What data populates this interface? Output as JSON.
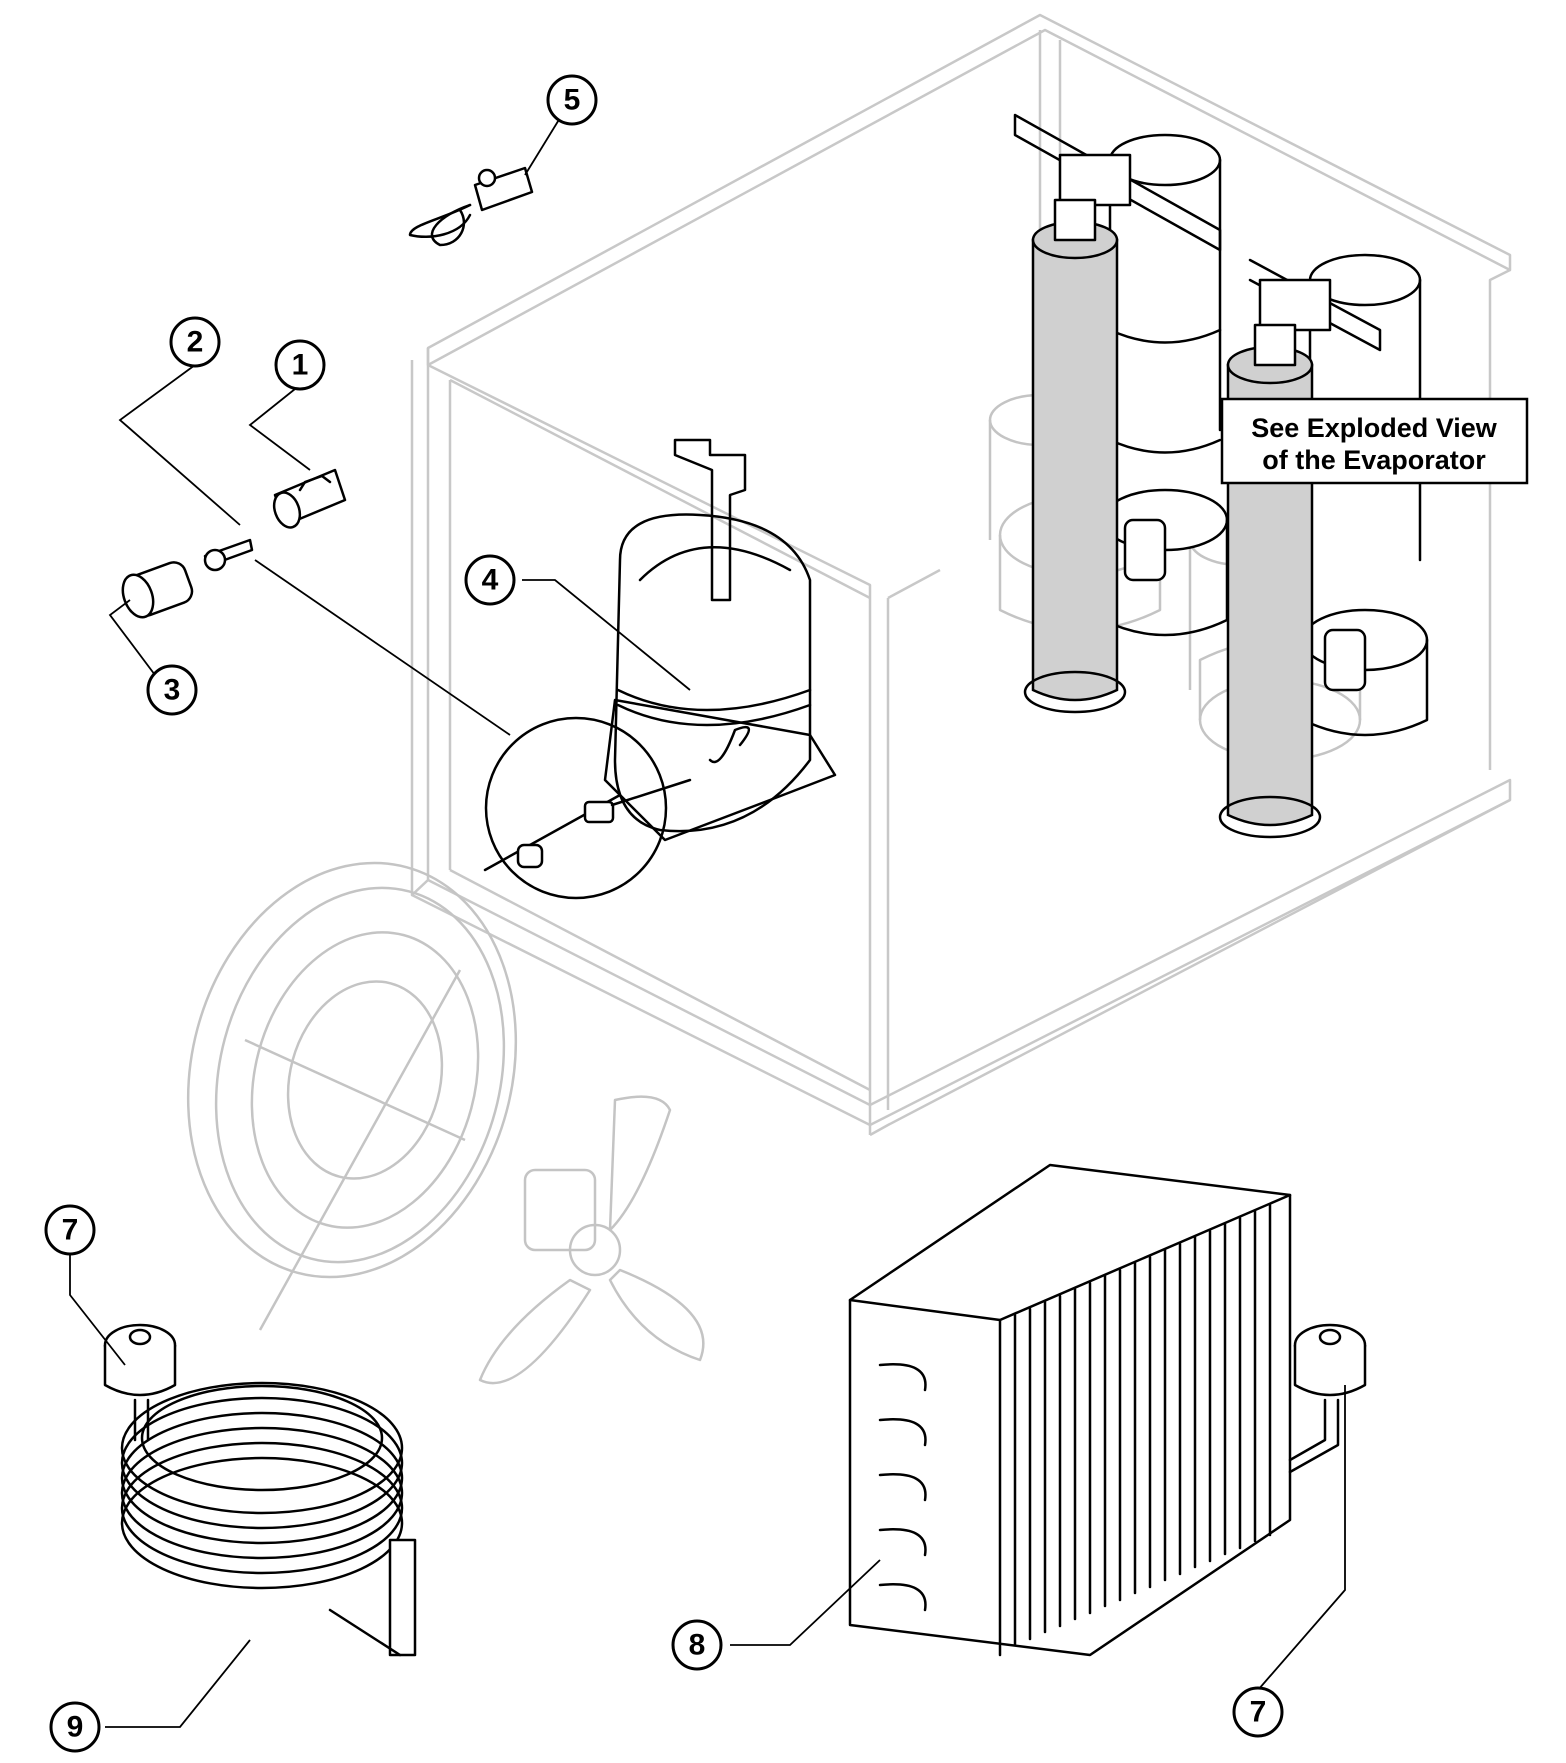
{
  "callouts": [
    {
      "id": "1",
      "label": "1",
      "part": "fitting"
    },
    {
      "id": "2",
      "label": "2",
      "part": "valve-core"
    },
    {
      "id": "3",
      "label": "3",
      "part": "cap"
    },
    {
      "id": "4",
      "label": "4",
      "part": "compressor"
    },
    {
      "id": "5",
      "label": "5",
      "part": "expansion-valve"
    },
    {
      "id": "7a",
      "label": "7",
      "part": "drier-left"
    },
    {
      "id": "7b",
      "label": "7",
      "part": "drier-right"
    },
    {
      "id": "8",
      "label": "8",
      "part": "condenser-coil"
    },
    {
      "id": "9",
      "label": "9",
      "part": "water-cooled-coil"
    }
  ],
  "note": {
    "line1": "See Exploded View",
    "line2": "of the Evaporator"
  },
  "colors": {
    "line": "#000000",
    "faint": "#c4c4c4",
    "evaporator_fill": "#d0d0d0",
    "background": "#ffffff"
  }
}
